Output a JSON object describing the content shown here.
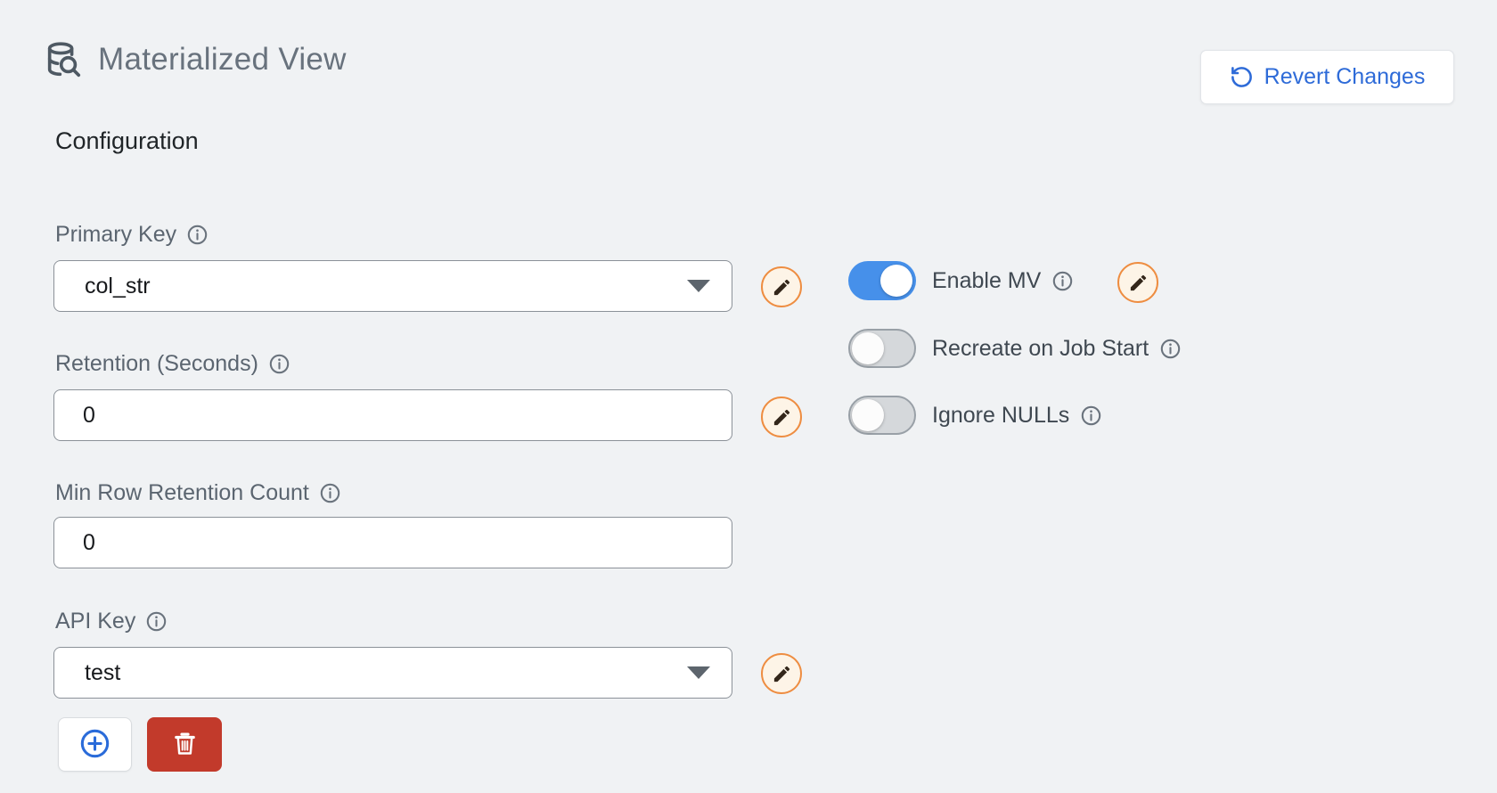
{
  "header": {
    "title": "Materialized View",
    "revert_button_label": "Revert Changes"
  },
  "section": {
    "title": "Configuration"
  },
  "fields": {
    "primary_key": {
      "label": "Primary Key",
      "value": "col_str"
    },
    "retention_seconds": {
      "label": "Retention (Seconds)",
      "value": "0"
    },
    "min_row_retention_count": {
      "label": "Min Row Retention Count",
      "value": "0"
    },
    "api_key": {
      "label": "API Key",
      "value": "test"
    }
  },
  "toggles": {
    "enable_mv": {
      "label": "Enable MV",
      "state": "on"
    },
    "recreate_on_job_start": {
      "label": "Recreate on Job Start",
      "state": "off"
    },
    "ignore_nulls": {
      "label": "Ignore NULLs",
      "state": "off"
    }
  },
  "icons": {
    "header": "database-search-icon",
    "revert": "rotate-ccw-icon",
    "info": "info-icon",
    "edit": "pencil-icon",
    "dropdown": "caret-down-icon",
    "add": "plus-circle-icon",
    "delete": "trash-icon"
  },
  "colors": {
    "page_background": "#f0f2f4",
    "accent_blue": "#2e6bd8",
    "toggle_on_blue": "#4690ea",
    "pencil_orange": "#ee8d41",
    "pencil_background": "#fdf4e7",
    "delete_red": "#c23a2b",
    "input_border": "#8b9198",
    "label_gray": "#5b6570",
    "title_gray": "#68727d"
  }
}
